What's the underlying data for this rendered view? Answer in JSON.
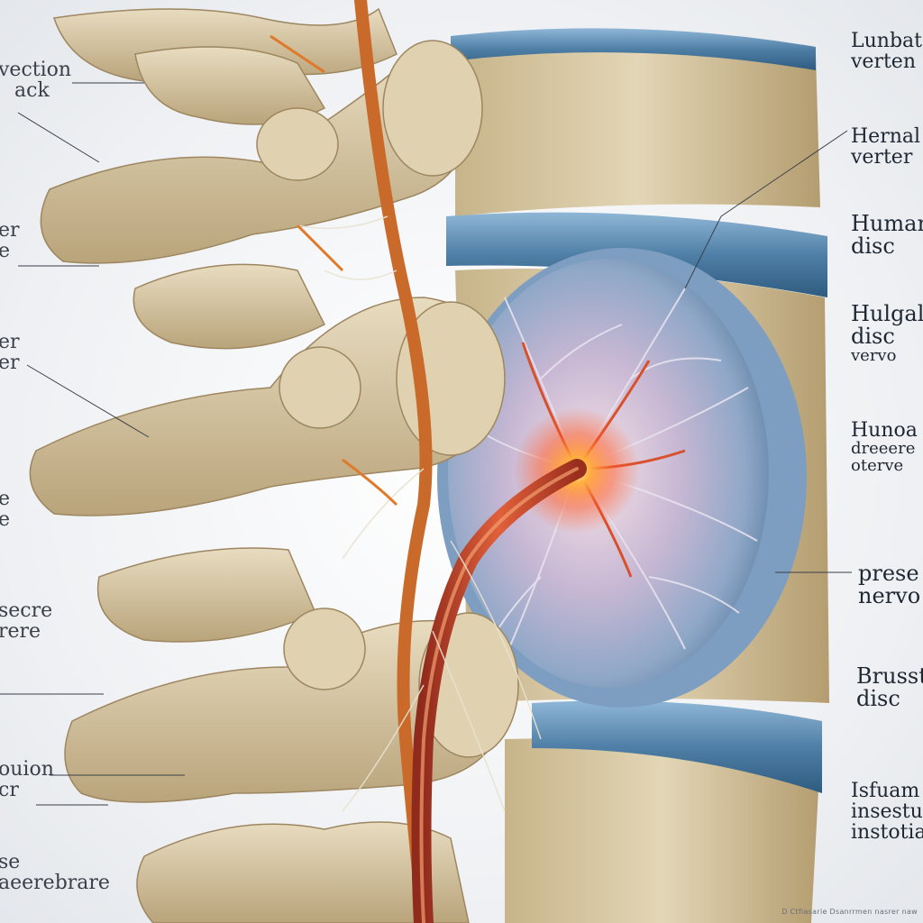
{
  "illustration": {
    "subject": "lumbar spine with bulging intervertebral disc compressing a nerve",
    "colors": {
      "bone": "#d8c9a6",
      "bone_shadow": "#a8946c",
      "disc_band": "#5f8fb4",
      "disc_core": "#c9d3e6",
      "nerve": "#c2412a",
      "nerve_glow": "#ff7a2a",
      "background": "#eef0f3"
    }
  },
  "labels_left": [
    {
      "lines": [
        "vection",
        "ack"
      ]
    },
    {
      "lines": [
        "er",
        "e"
      ]
    },
    {
      "lines": [
        "er",
        "er"
      ]
    },
    {
      "lines": [
        "e",
        "e"
      ]
    },
    {
      "lines": [
        "secre",
        "rere"
      ]
    },
    {
      "lines": [
        "ouion",
        "cr"
      ]
    },
    {
      "lines": [
        "se",
        "aeerebrare"
      ]
    }
  ],
  "labels_right": [
    {
      "lines": [
        "Lunbat",
        "verten"
      ]
    },
    {
      "lines": [
        "Hernal",
        "verter"
      ]
    },
    {
      "lines": [
        "Human",
        "disc"
      ]
    },
    {
      "lines": [
        "Hulgal",
        "disc",
        "vervo"
      ]
    },
    {
      "lines": [
        "Hunoa",
        "dreeere",
        "oterve"
      ]
    },
    {
      "lines": [
        "prese",
        "nervo"
      ]
    },
    {
      "lines": [
        "Brusst",
        "disc"
      ]
    },
    {
      "lines": [
        "Isfuam",
        "insestu",
        "instotia"
      ]
    }
  ],
  "credit": "D Ctfiasarie Dsanrrmen nasrer naw"
}
